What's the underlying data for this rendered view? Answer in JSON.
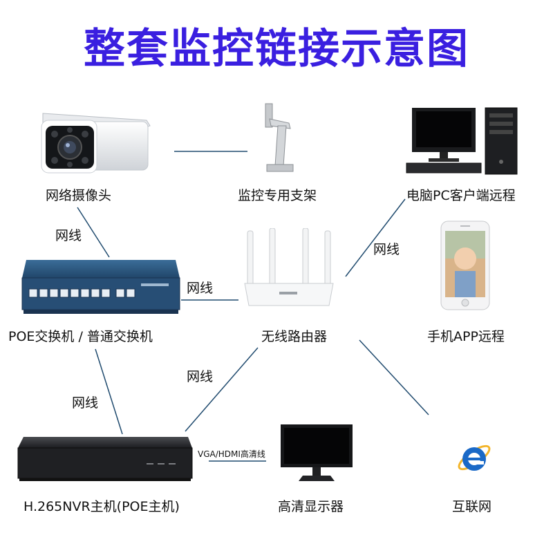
{
  "title": "整套监控链接示意图",
  "devices": {
    "camera": "网络摄像头",
    "bracket": "监控专用支架",
    "pc": "电脑PC客户端远程",
    "switch": "POE交换机 / 普通交换机",
    "router": "无线路由器",
    "phone": "手机APP远程",
    "nvr": "H.265NVR主机(POE主机)",
    "monitor": "高清显示器",
    "internet": "互联网"
  },
  "cables": {
    "camera_switch": "网线",
    "switch_router": "网线",
    "router_pc": "网线",
    "router_nvr": "网线",
    "switch_nvr": "网线",
    "nvr_monitor": "VGA/HDMI高清线"
  },
  "colors": {
    "title": "#3a1fe0",
    "line": "#1f4a6e"
  }
}
